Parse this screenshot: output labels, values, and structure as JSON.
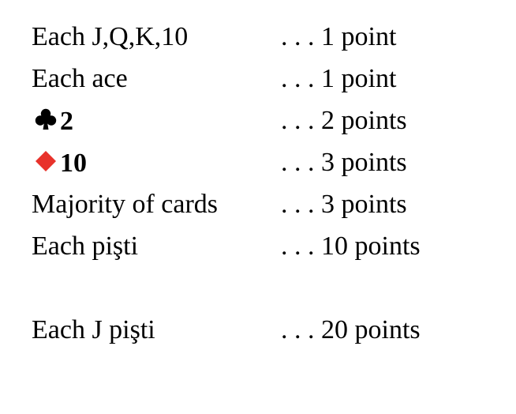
{
  "colors": {
    "text": "#000000",
    "diamond": "#e8322b",
    "club": "#000000"
  },
  "rows": [
    {
      "label": "Each J,Q,K,10",
      "value": ". . . 1 point"
    },
    {
      "label": "Each ace",
      "value": ". . . 1 point"
    },
    {
      "suit_icon": "club-icon",
      "label": "2",
      "value": ". . . 2 points"
    },
    {
      "suit_icon": "diamond-icon",
      "label": "10",
      "value": ". . . 3 points"
    },
    {
      "label": "Majority of cards",
      "value": ". . . 3 points"
    },
    {
      "label": "Each pişti",
      "value": ". . . 10 points"
    },
    {
      "label": "Each J pişti",
      "value": ". . . 20 points"
    }
  ]
}
